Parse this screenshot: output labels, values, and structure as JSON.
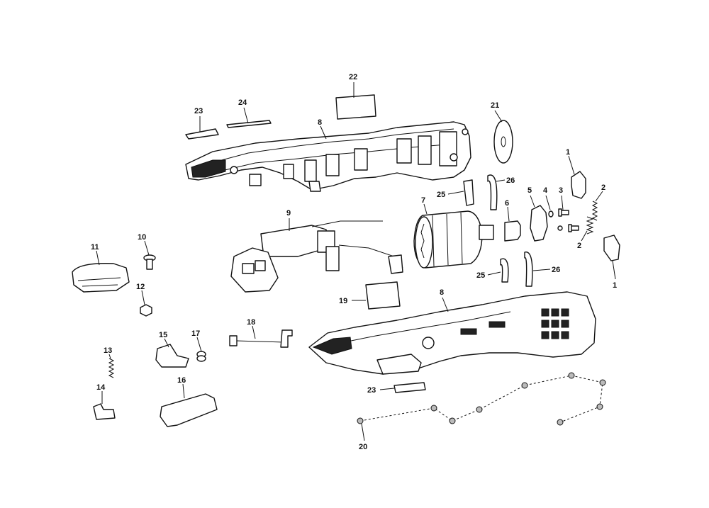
{
  "callouts": [
    {
      "id": "p22",
      "text": "22"
    },
    {
      "id": "p23a",
      "text": "23"
    },
    {
      "id": "p24",
      "text": "24"
    },
    {
      "id": "p8a",
      "text": "8"
    },
    {
      "id": "p21",
      "text": "21"
    },
    {
      "id": "p1a",
      "text": "1"
    },
    {
      "id": "p2a",
      "text": "2"
    },
    {
      "id": "p26a",
      "text": "26"
    },
    {
      "id": "p25a",
      "text": "25"
    },
    {
      "id": "p5",
      "text": "5"
    },
    {
      "id": "p4",
      "text": "4"
    },
    {
      "id": "p3",
      "text": "3"
    },
    {
      "id": "p2b",
      "text": "2"
    },
    {
      "id": "p7",
      "text": "7"
    },
    {
      "id": "p6",
      "text": "6"
    },
    {
      "id": "p9",
      "text": "9"
    },
    {
      "id": "p10",
      "text": "10"
    },
    {
      "id": "p11",
      "text": "11"
    },
    {
      "id": "p1b",
      "text": "1"
    },
    {
      "id": "p25b",
      "text": "25"
    },
    {
      "id": "p26b",
      "text": "26"
    },
    {
      "id": "p12",
      "text": "12"
    },
    {
      "id": "p19",
      "text": "19"
    },
    {
      "id": "p8b",
      "text": "8"
    },
    {
      "id": "p18",
      "text": "18"
    },
    {
      "id": "p15",
      "text": "15"
    },
    {
      "id": "p17",
      "text": "17"
    },
    {
      "id": "p13",
      "text": "13"
    },
    {
      "id": "p16",
      "text": "16"
    },
    {
      "id": "p14",
      "text": "14"
    },
    {
      "id": "p23b",
      "text": "23"
    },
    {
      "id": "p20",
      "text": "20"
    }
  ]
}
